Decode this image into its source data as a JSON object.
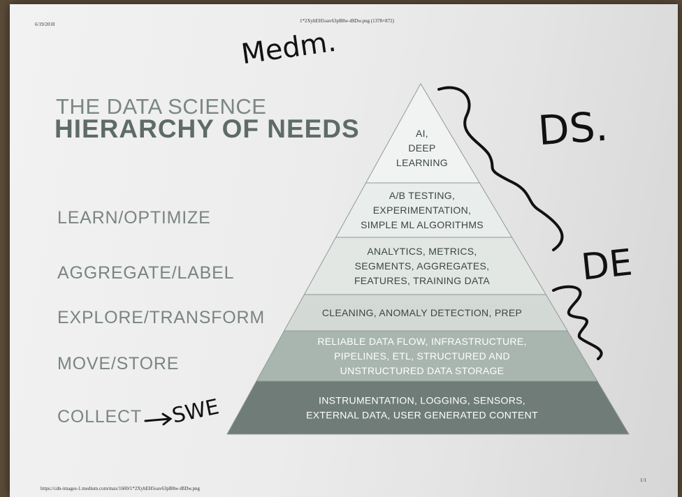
{
  "header": {
    "date": "6/19/2018",
    "image_name": "1*2XyhEH5oav63pB8w-tBDw.png (1378×872)"
  },
  "footer": {
    "url": "https://cdn-images-1.medium.com/max/1600/1*2XyhEH5oav63pB8w-tBDw.png",
    "page": "1/1"
  },
  "title": {
    "line1": "THE DATA SCIENCE",
    "line2": "HIERARCHY OF NEEDS"
  },
  "levels": [
    "LEARN/OPTIMIZE",
    "AGGREGATE/LABEL",
    "EXPLORE/TRANSFORM",
    "MOVE/STORE",
    "COLLECT"
  ],
  "pyramid": {
    "tiers": [
      {
        "lines": [
          "AI,",
          "DEEP",
          "LEARNING"
        ],
        "fill": "#f1f3f2",
        "text_color": "#3b4644"
      },
      {
        "lines": [
          "A/B TESTING,",
          "EXPERIMENTATION,",
          "SIMPLE ML ALGORITHMS"
        ],
        "fill": "#e9edeb",
        "text_color": "#3b4644"
      },
      {
        "lines": [
          "ANALYTICS, METRICS,",
          "SEGMENTS, AGGREGATES,",
          "FEATURES, TRAINING DATA"
        ],
        "fill": "#e2e7e4",
        "text_color": "#3b4644"
      },
      {
        "lines": [
          "CLEANING, ANOMALY DETECTION, PREP"
        ],
        "fill": "#d3dad6",
        "text_color": "#3b4644"
      },
      {
        "lines": [
          "RELIABLE DATA FLOW, INFRASTRUCTURE,",
          "PIPELINES, ETL, STRUCTURED AND",
          "UNSTRUCTURED DATA STORAGE"
        ],
        "fill": "#a9b6af",
        "text_color": "#ffffff"
      },
      {
        "lines": [
          "INSTRUMENTATION, LOGGING, SENSORS,",
          "EXTERNAL DATA, USER GENERATED CONTENT"
        ],
        "fill": "#6f7c77",
        "text_color": "#ffffff"
      }
    ]
  },
  "annotations": {
    "medium": "Medm.",
    "ds": "DS.",
    "de": "DE",
    "swe": "SWE"
  }
}
